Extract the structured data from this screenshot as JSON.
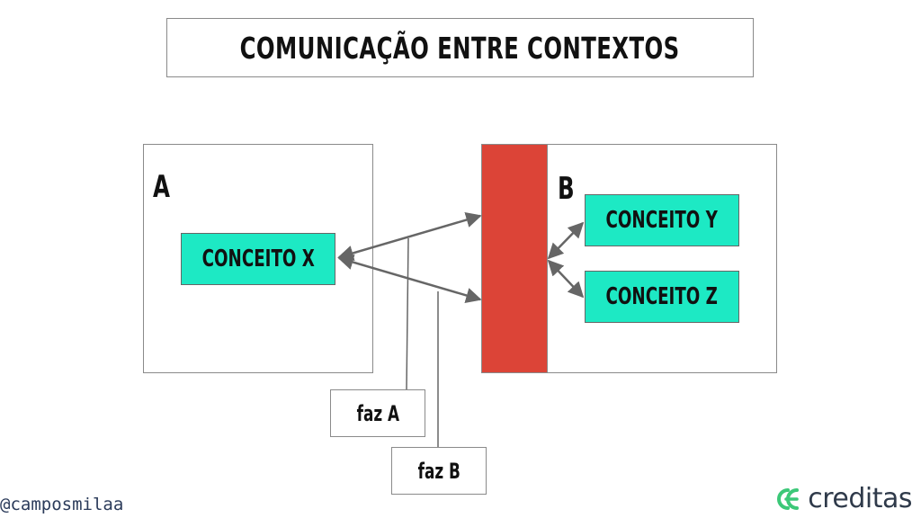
{
  "title": "COMUNICAÇÃO ENTRE CONTEXTOS",
  "contexts": {
    "a": {
      "label": "A"
    },
    "b": {
      "label": "B"
    }
  },
  "concepts": {
    "x": "CONCEITO X",
    "y": "CONCEITO Y",
    "z": "CONCEITO Z"
  },
  "notes": {
    "a": "faz A",
    "b": "faz B"
  },
  "footer": {
    "handle": "@camposmilaa",
    "logo_text": "creditas"
  },
  "colors": {
    "concept_fill": "#1de9c4",
    "anticorruption_bar": "#dc4437",
    "logo_green": "#3cc878",
    "arrow": "#666666"
  },
  "icons": {
    "logo_mark": "creditas-logo-icon"
  }
}
